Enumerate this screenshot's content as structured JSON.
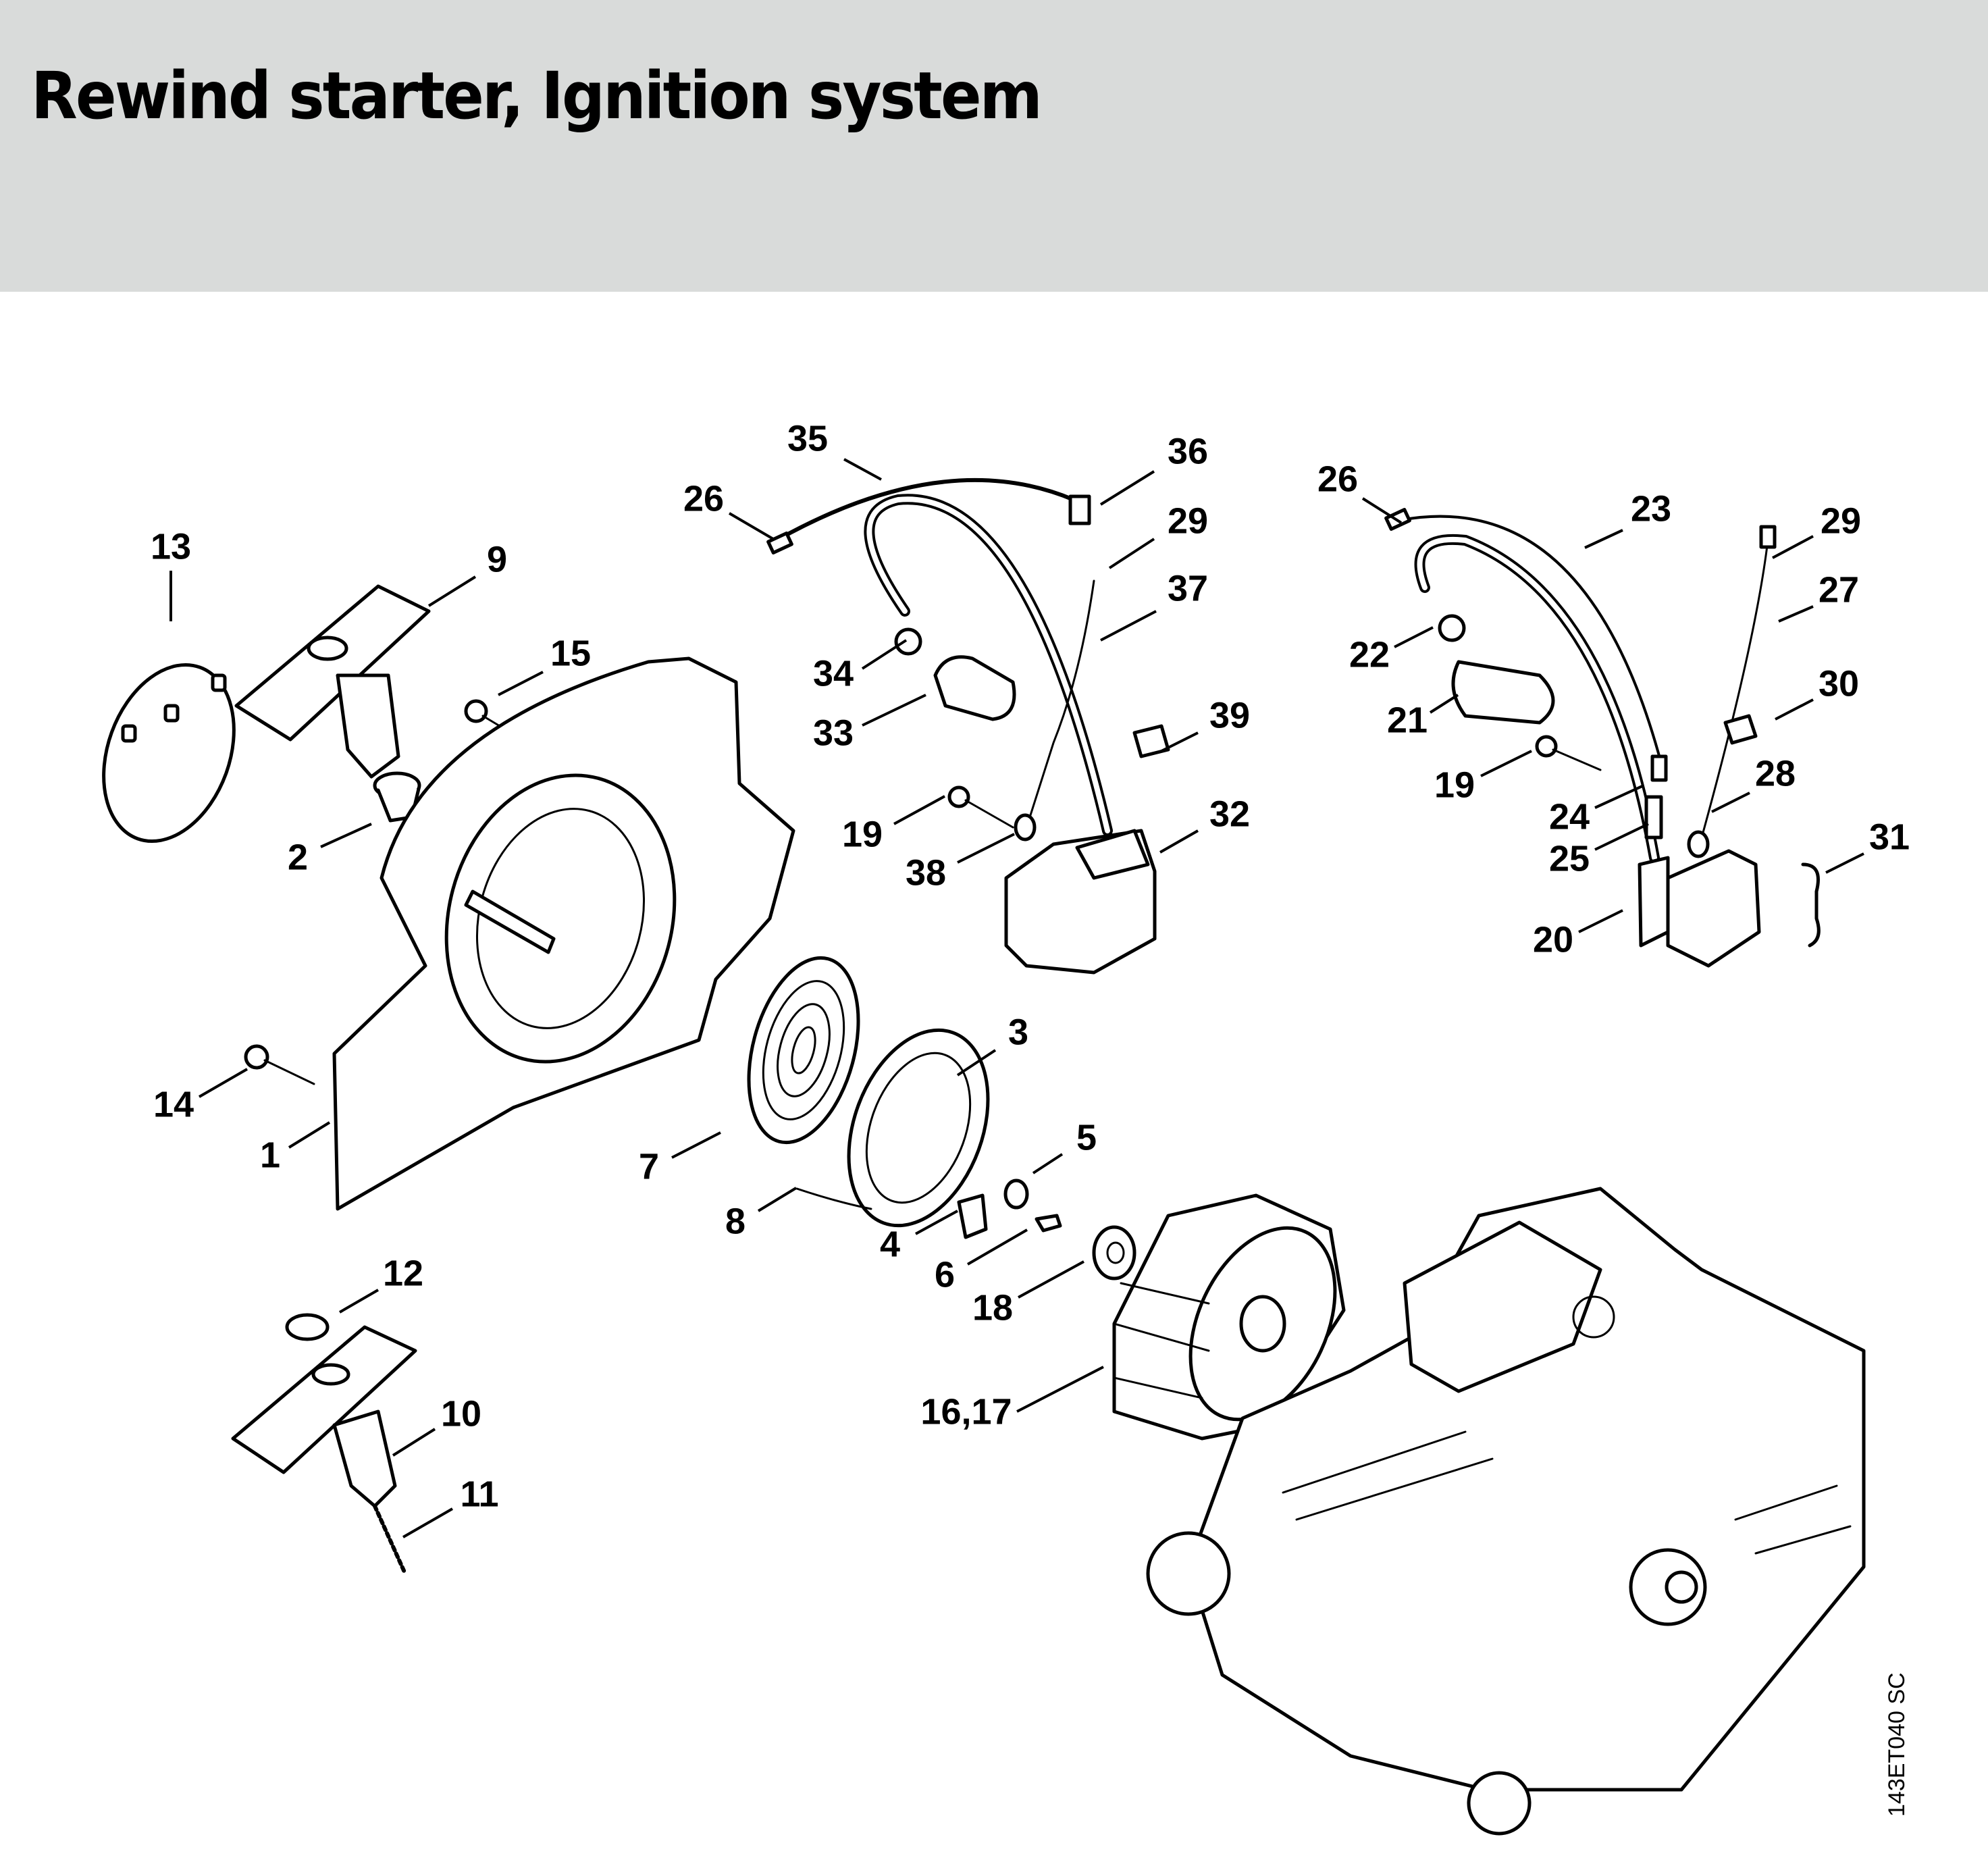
{
  "header": {
    "title": "Rewind starter, Ignition system",
    "background_color": "#d9dbda"
  },
  "diagram": {
    "drawing_code": "143ET040 SC",
    "callouts": [
      {
        "id": "c1",
        "label": "1"
      },
      {
        "id": "c2",
        "label": "2"
      },
      {
        "id": "c3",
        "label": "3"
      },
      {
        "id": "c4",
        "label": "4"
      },
      {
        "id": "c5",
        "label": "5"
      },
      {
        "id": "c6",
        "label": "6"
      },
      {
        "id": "c7",
        "label": "7"
      },
      {
        "id": "c8",
        "label": "8"
      },
      {
        "id": "c9",
        "label": "9"
      },
      {
        "id": "c10",
        "label": "10"
      },
      {
        "id": "c11",
        "label": "11"
      },
      {
        "id": "c12",
        "label": "12"
      },
      {
        "id": "c13",
        "label": "13"
      },
      {
        "id": "c14",
        "label": "14"
      },
      {
        "id": "c15",
        "label": "15"
      },
      {
        "id": "c16_17",
        "label": "16,17"
      },
      {
        "id": "c18",
        "label": "18"
      },
      {
        "id": "c19a",
        "label": "19"
      },
      {
        "id": "c19b",
        "label": "19"
      },
      {
        "id": "c20",
        "label": "20"
      },
      {
        "id": "c21",
        "label": "21"
      },
      {
        "id": "c22",
        "label": "22"
      },
      {
        "id": "c23",
        "label": "23"
      },
      {
        "id": "c24",
        "label": "24"
      },
      {
        "id": "c25",
        "label": "25"
      },
      {
        "id": "c26a",
        "label": "26"
      },
      {
        "id": "c26b",
        "label": "26"
      },
      {
        "id": "c27",
        "label": "27"
      },
      {
        "id": "c28",
        "label": "28"
      },
      {
        "id": "c29a",
        "label": "29"
      },
      {
        "id": "c29b",
        "label": "29"
      },
      {
        "id": "c30",
        "label": "30"
      },
      {
        "id": "c31",
        "label": "31"
      },
      {
        "id": "c32",
        "label": "32"
      },
      {
        "id": "c33",
        "label": "33"
      },
      {
        "id": "c34",
        "label": "34"
      },
      {
        "id": "c35",
        "label": "35"
      },
      {
        "id": "c36",
        "label": "36"
      },
      {
        "id": "c37",
        "label": "37"
      },
      {
        "id": "c38",
        "label": "38"
      },
      {
        "id": "c39",
        "label": "39"
      }
    ]
  }
}
